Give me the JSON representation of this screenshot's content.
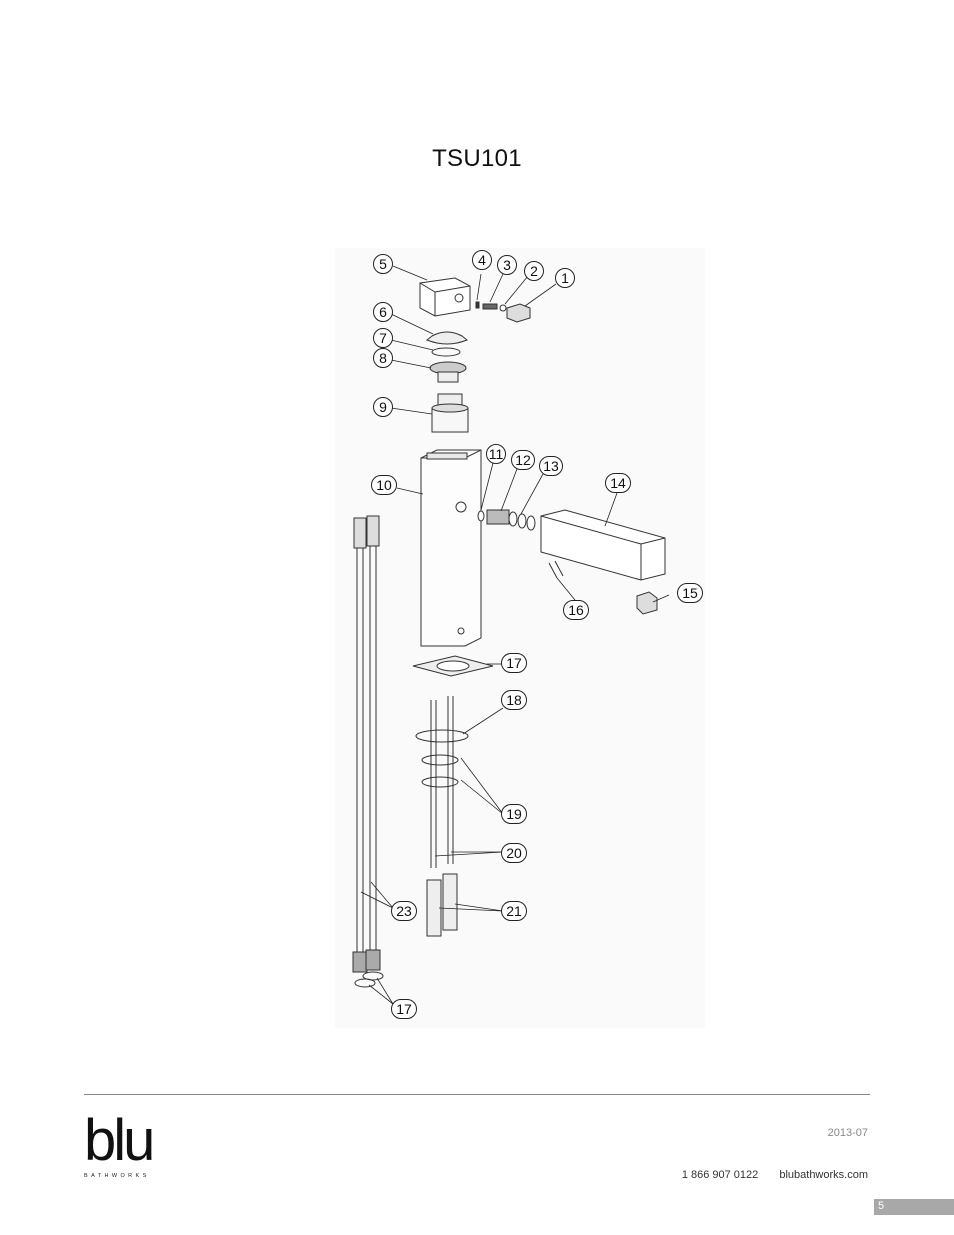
{
  "page": {
    "title": "TSU101"
  },
  "callouts": [
    "1",
    "2",
    "3",
    "4",
    "5",
    "6",
    "7",
    "8",
    "9",
    "10",
    "11",
    "12",
    "13",
    "14",
    "15",
    "16",
    "17",
    "17",
    "18",
    "19",
    "20",
    "21",
    "23"
  ],
  "footer": {
    "brand": "blu",
    "brand_sub": "BATHWORKS",
    "date": "2013-07",
    "phone": "1 866 907 0122",
    "website": "blubathworks.com",
    "page_number": "5"
  }
}
